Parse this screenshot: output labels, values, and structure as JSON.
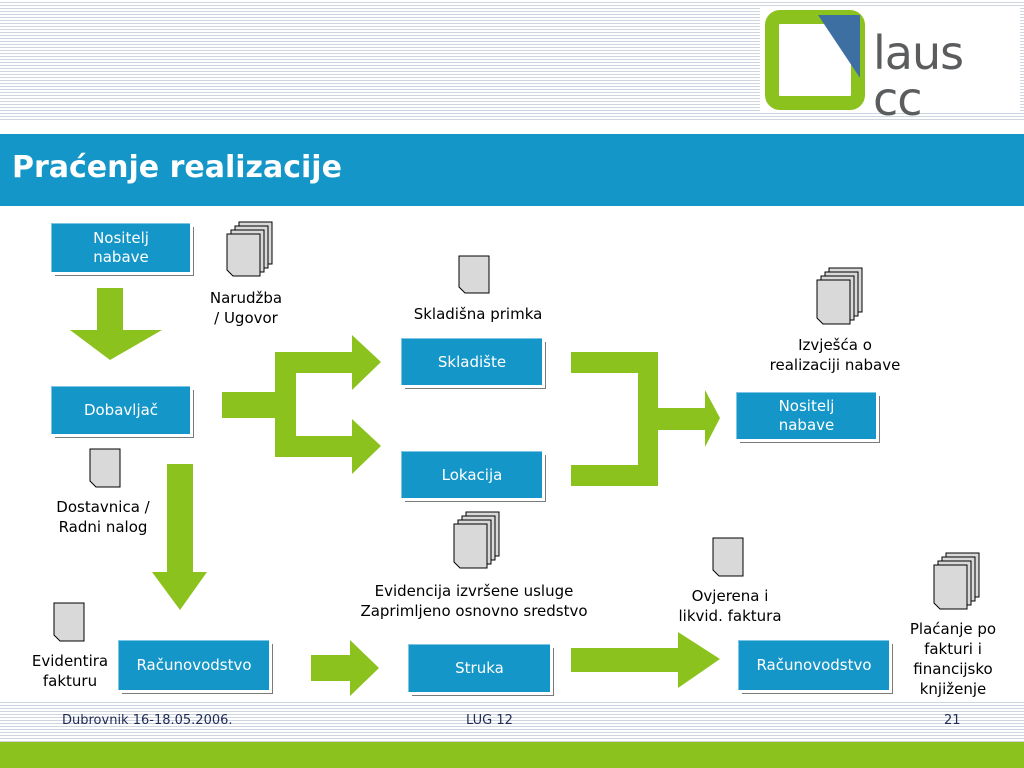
{
  "logo": {
    "text": "laus cc"
  },
  "title": "Praćenje realizacije",
  "boxes": {
    "nositelj_1": [
      "Nositelj",
      "nabave"
    ],
    "dobavljac": "Dobavljač",
    "skladiste": "Skladište",
    "lokacija": "Lokacija",
    "nositelj_2": [
      "Nositelj",
      "nabave"
    ],
    "racunovodstvo_1": "Računovodstvo",
    "struka": "Struka",
    "racunovodstvo_2": "Računovodstvo"
  },
  "documents": {
    "narudzba": [
      "Narudžba",
      "/ Ugovor"
    ],
    "skladisna_primka": "Skladišna primka",
    "izvjesca": [
      "Izvješća o",
      "realizaciji nabave"
    ],
    "dostavnica": [
      "Dostavnica /",
      "Radni nalog"
    ],
    "evidencija": [
      "Evidencija izvršene usluge",
      "Zaprimljeno osnovno sredstvo"
    ],
    "ovjerena": [
      "Ovjerena i",
      "likvid. faktura"
    ],
    "evidentira": [
      "Evidentira",
      "fakturu"
    ],
    "placanje": [
      "Plaćanje po",
      "fakturi i",
      "financijsko",
      "knjiženje"
    ]
  },
  "footer": {
    "left": "Dubrovnik 16-18.05.2006.",
    "center": "LUG 12",
    "page": "21"
  },
  "colors": {
    "title_bar": "#1596c8",
    "box": "#1596c8",
    "arrow": "#8cc21e",
    "logo_green": "#8cc21e",
    "logo_blue": "#3d6fa2"
  }
}
